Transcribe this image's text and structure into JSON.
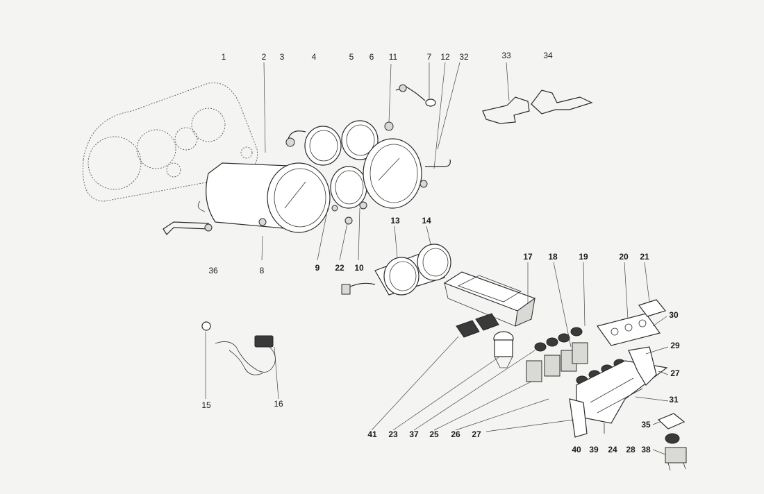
{
  "labels": [
    "1",
    "2",
    "3",
    "4",
    "5",
    "6",
    "11",
    "7",
    "12",
    "32",
    "33",
    "34",
    "36",
    "8",
    "9",
    "22",
    "10",
    "13",
    "14",
    "17",
    "18",
    "19",
    "20",
    "21",
    "30",
    "29",
    "27",
    "31",
    "35",
    "38",
    "15",
    "16",
    "41",
    "23",
    "37",
    "25",
    "26",
    "27",
    "40",
    "39",
    "24",
    "28"
  ],
  "bold_labels": [
    "13",
    "14",
    "17",
    "18",
    "19",
    "20",
    "21",
    "30",
    "29",
    "27",
    "31",
    "35",
    "38",
    "41",
    "23",
    "37",
    "25",
    "26",
    "40",
    "39",
    "24",
    "28",
    "9",
    "22",
    "10"
  ]
}
